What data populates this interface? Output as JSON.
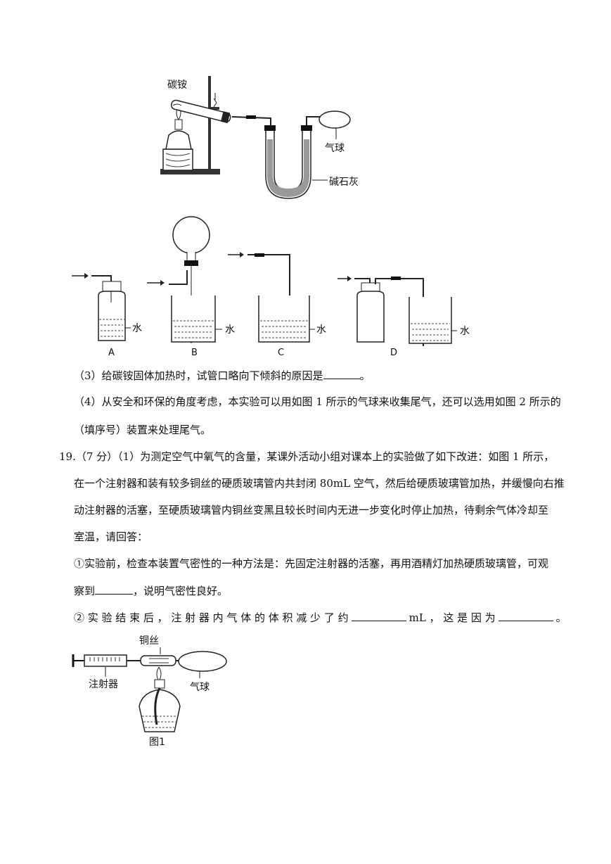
{
  "figure1": {
    "label_ammonium": "碳铵",
    "label_balloon": "气球",
    "label_sodalime": "碱石灰"
  },
  "figure2": {
    "water_label": "水",
    "options": [
      "A",
      "B",
      "C",
      "D"
    ]
  },
  "q18": {
    "part3_pre": "（3）给碳铵固体加热时，试管口略向下倾斜的原因是",
    "part3_post": "。",
    "part4_line1": "（4）从安全和环保的角度考虑，本实验可以用如图 1 所示的气球来收集尾气，还可以选用如图 2 所示的",
    "part4_line2": "（填序号）装置来处理尾气。"
  },
  "q19": {
    "line1": "19.（7 分）（1）为测定空气中氧气的含量，某课外活动小组对课本上的实验做了如下改进：如图 1 所示，",
    "line2": "在一个注射器和装有较多铜丝的硬质玻璃管内共封闭 80mL 空气，然后给硬质玻璃管加热，并缓慢向右推",
    "line3": "动注射器的活塞，至硬质玻璃管内铜丝变黑且较长时间内无进一步变化时停止加热，待剩余气体冷却至",
    "line4": "室温，请回答：",
    "sub1_line1": "①实验前，检查本装置气密性的一种方法是：先固定注射器的活塞，再用酒精灯加热硬质玻璃管，可观",
    "sub1_pre": "察到",
    "sub1_post": "，说明气密性良好。",
    "sub2_pre": "② 实 验 结 束 后 ， 注 射 器 内 气 体 的 体 积 减 少 了 约",
    "sub2_mid": "mL ， 这 是 因 为",
    "sub2_post": "。"
  },
  "figure3": {
    "label_copper": "铜丝",
    "label_syringe": "注射器",
    "label_balloon": "气球",
    "caption": "图1"
  }
}
